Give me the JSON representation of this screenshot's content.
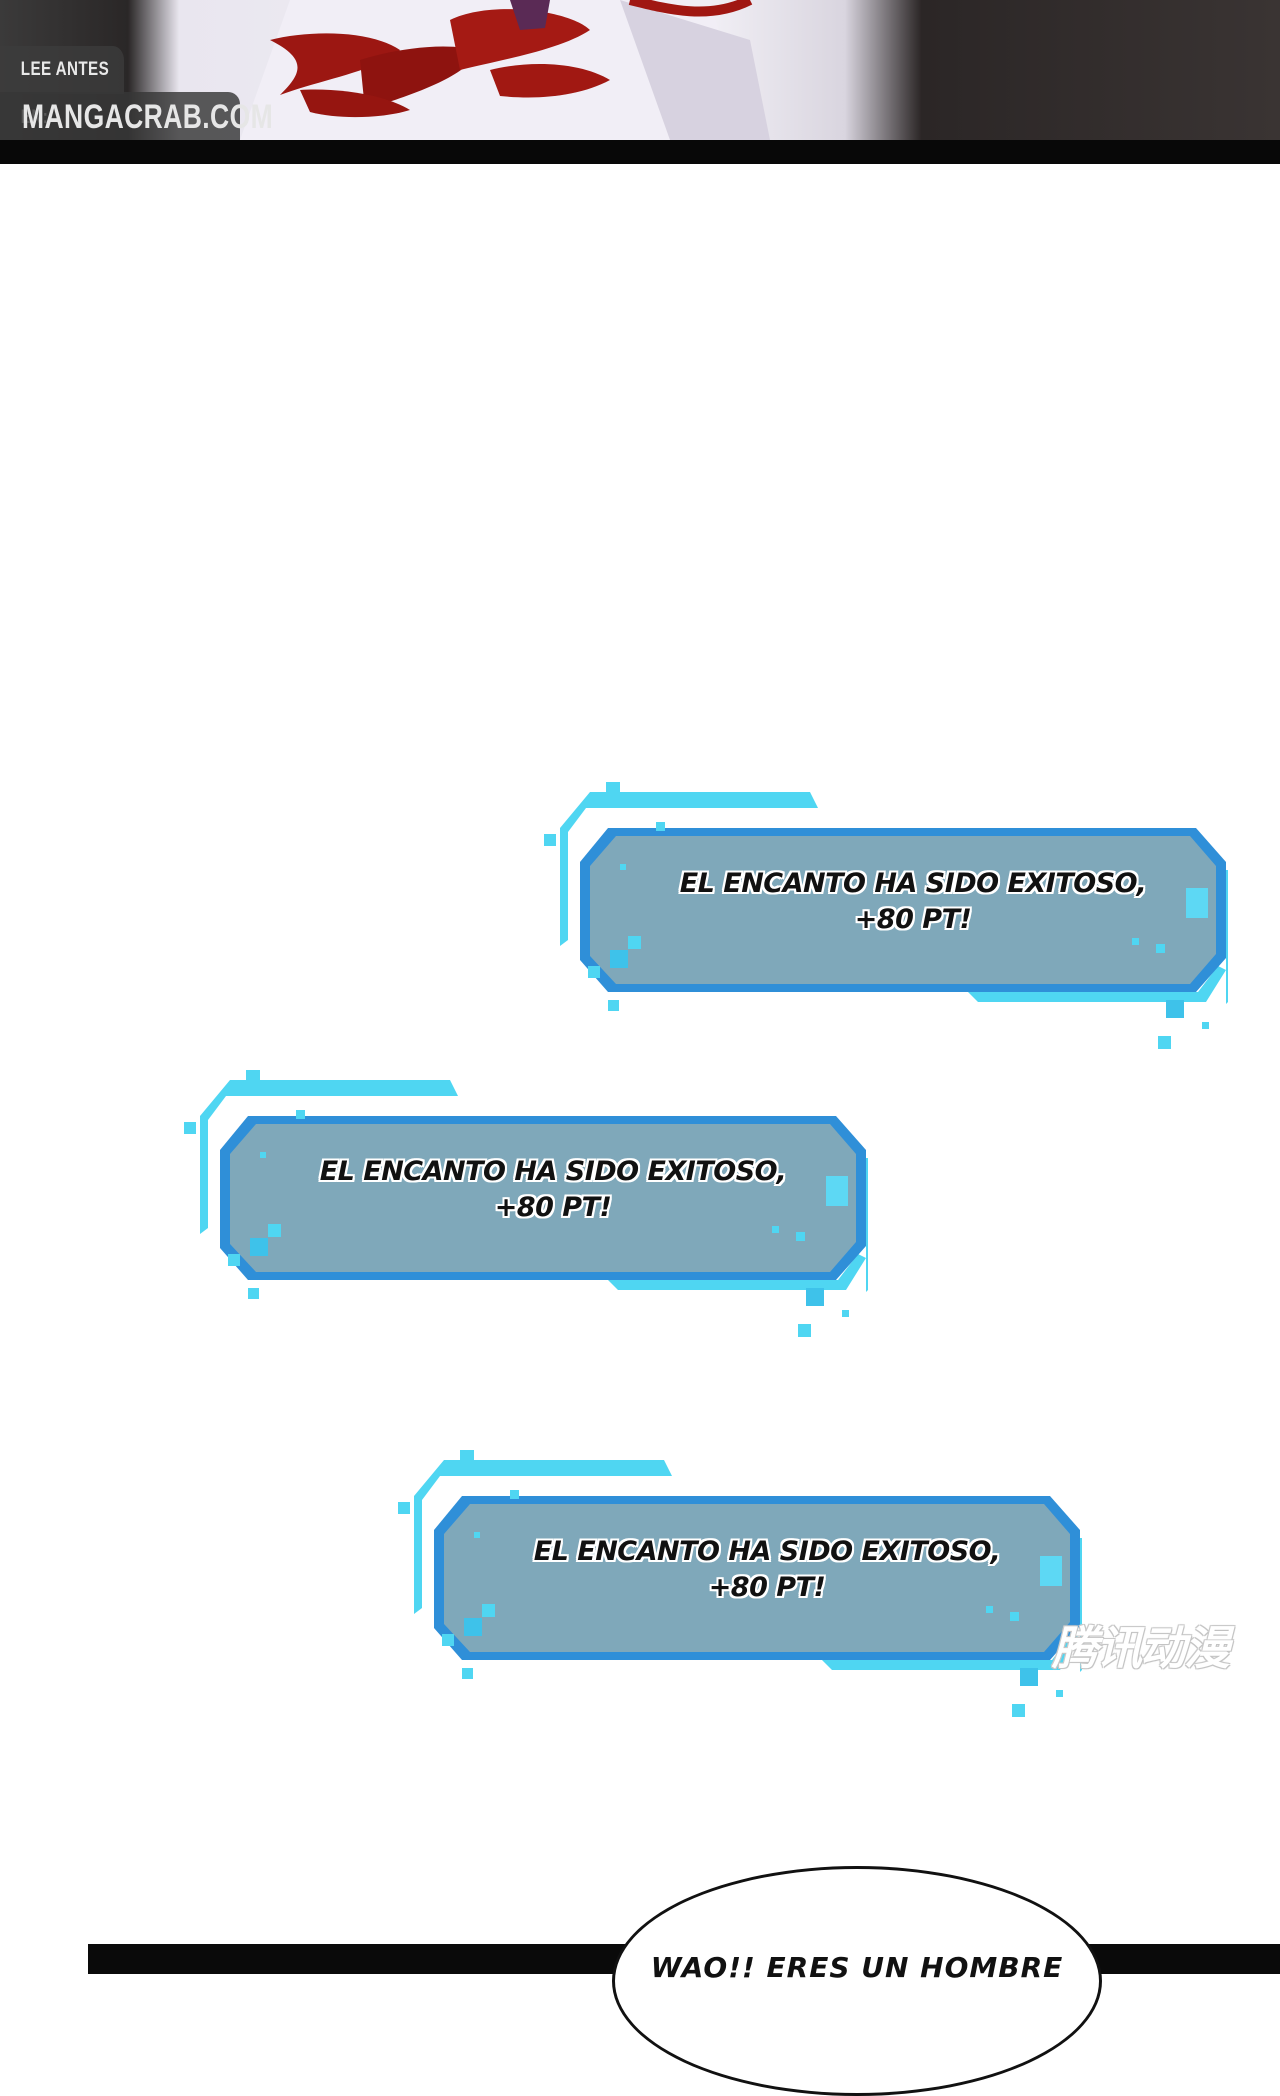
{
  "source_badge": {
    "prefix": "LEE ANTES EN:",
    "site": "MANGACRAB.COM"
  },
  "notifications": [
    {
      "line1": "EL ENCANTO HA SIDO EXITOSO,",
      "line2": "+80 PT!"
    },
    {
      "line1": "EL ENCANTO HA SIDO EXITOSO,",
      "line2": "+80 PT!"
    },
    {
      "line1": "EL ENCANTO HA SIDO EXITOSO,",
      "line2": "+80 PT!"
    }
  ],
  "watermark": "腾讯动漫",
  "speech_bubble": {
    "text": "WAO!! ERES UN HOMBRE"
  },
  "colors": {
    "panel_fill": "#7fa8ba",
    "panel_border": "#2f8fd8",
    "accent_cyan": "#4fd6f2",
    "robe_red": "#9c1712"
  }
}
